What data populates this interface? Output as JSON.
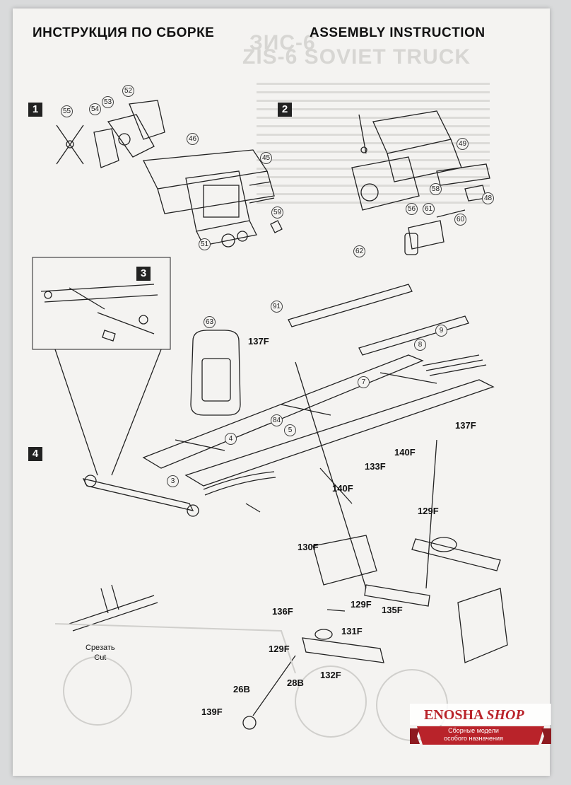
{
  "header": {
    "title_ru": "ИНСТРУКЦИЯ ПО СБОРКЕ",
    "title_en": "ASSEMBLY INSTRUCTION"
  },
  "ghost": {
    "line1": "ZIS-6 SOVIET TRUCK",
    "line2": "ЗИС-6"
  },
  "steps": [
    "1",
    "2",
    "3",
    "4"
  ],
  "part_labels": {
    "p137f_a": "137F",
    "p137f_b": "137F",
    "p140f_a": "140F",
    "p133f": "133F",
    "p140f_b": "140F",
    "p129f_a": "129F",
    "p130f": "130F",
    "p136f": "136F",
    "p129f_b": "129F",
    "p135f": "135F",
    "p131f": "131F",
    "p129f_c": "129F",
    "p132f": "132F",
    "p28b": "28B",
    "p26b": "26B",
    "p139f": "139F"
  },
  "part_numbers": {
    "n55": "55",
    "n54": "54",
    "n53": "53",
    "n52": "52",
    "n46": "46",
    "n45": "45",
    "n59": "59",
    "n51": "51",
    "n49": "49",
    "n58": "58",
    "n48": "48",
    "n56": "56",
    "n61": "61",
    "n60": "60",
    "n62": "62",
    "n91": "91",
    "n9": "9",
    "n8": "8",
    "n7": "7",
    "n63": "63",
    "n84": "84",
    "n5": "5",
    "n4": "4",
    "n3": "3"
  },
  "cut_note": {
    "ru": "Срезать",
    "en": "Cut"
  },
  "watermark": {
    "name": "ENOSHA",
    "shop": "SHOP",
    "sub_line1": "Сборные модели",
    "sub_line2": "особого назначения",
    "color": "#b9232a"
  }
}
